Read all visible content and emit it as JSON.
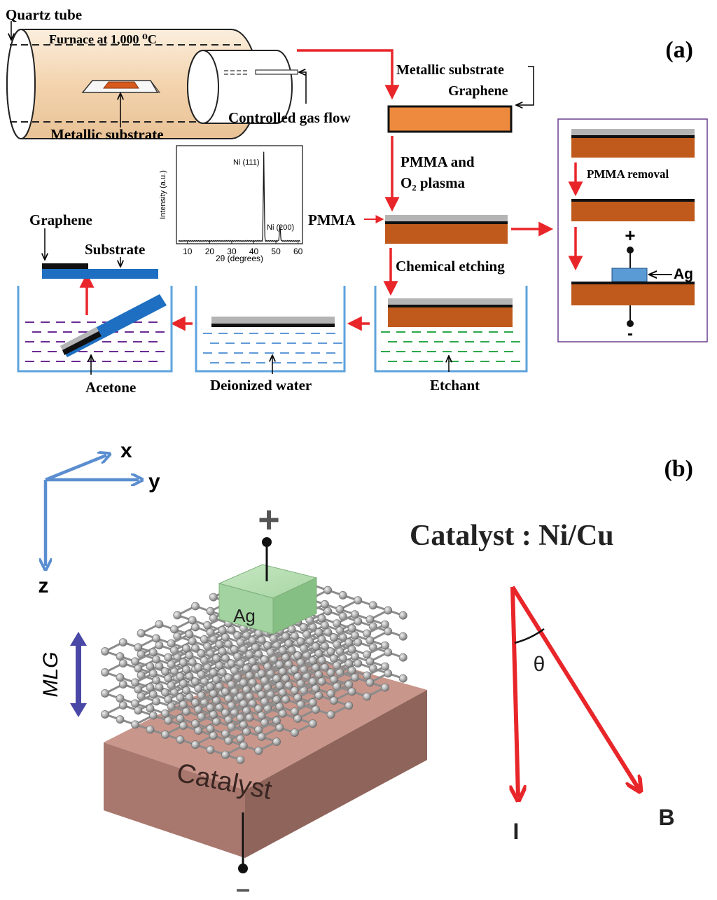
{
  "panel_a": {
    "panel_label": "(a)",
    "quartz_tube_label": "Quartz tube",
    "furnace_label": "Furnace at 1,000 ⁰C",
    "metallic_substrate_furnace_label": "Metallic substrate",
    "gas_flow_label": "Controlled gas flow",
    "metallic_substrate_label": "Metallic substrate",
    "graphene_top_label": "Graphene",
    "pmma_step_line1": "PMMA and",
    "pmma_step_line2": "O₂ plasma",
    "pmma_label": "PMMA",
    "chemical_etching_label": "Chemical etching",
    "etchant_label": "Etchant",
    "deionized_water_label": "Deionized water",
    "acetone_label": "Acetone",
    "graphene_left_label": "Graphene",
    "substrate_label": "Substrate",
    "pmma_removal_label": "PMMA removal",
    "ag_label": "Ag",
    "plus_sign": "+",
    "minus_sign": "-",
    "inset_chart": {
      "ylabel": "Intensity (a.u.)",
      "xlabel": "2θ (degrees)",
      "x_ticks": [
        "10",
        "20",
        "30",
        "40",
        "50",
        "60"
      ],
      "peak_labels": [
        "Ni (111)",
        "Ni (200)"
      ]
    }
  },
  "panel_b": {
    "panel_label": "(b)",
    "axis_x": "x",
    "axis_y": "y",
    "axis_z": "z",
    "catalyst_title": "Catalyst : Ni/Cu",
    "ag_label": "Ag",
    "mlg_label": "MLG",
    "catalyst_block_label": "Catalyst",
    "theta_label": "θ",
    "current_label": "I",
    "field_label": "B",
    "plus_sign": "+",
    "minus_sign": "–"
  },
  "colors": {
    "arrow_red": "#e8262a",
    "copper": "#c05a1c",
    "copper_light": "#ee8a3e",
    "substrate_blue": "#1e6fc2",
    "beaker_blue": "#5ea3dc",
    "etchant_green": "#2ca84a",
    "water_blue": "#5f9ad8",
    "acetone_purple": "#6a2b93",
    "ag_blue": "#5b9bd5",
    "furnace": "#f3d9b8",
    "axis_blue": "#5b8ed0",
    "mlg_arrow": "#4a48a6",
    "catalyst_block": "#b8837a",
    "ag_block_green": "#a3d3a0"
  }
}
